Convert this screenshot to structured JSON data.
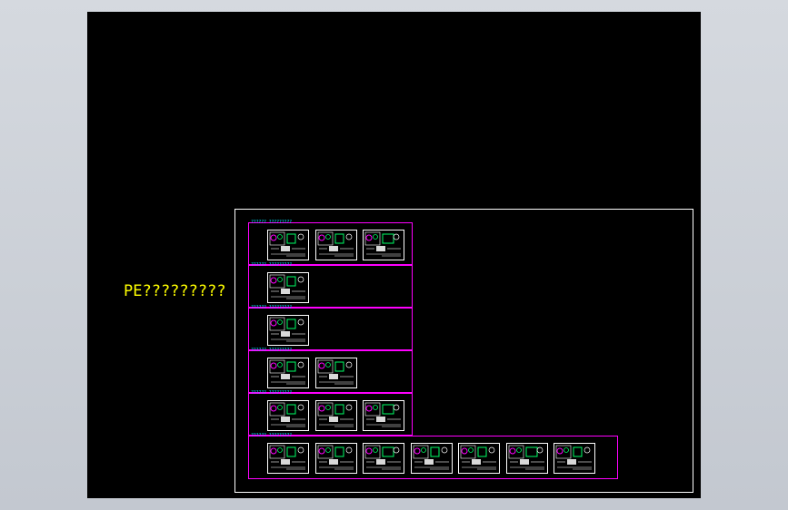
{
  "canvas": {
    "background_color": "#000000",
    "label": "PE?????????",
    "label_color": "#ffff00",
    "frame_color": "#ffffff",
    "group_border_color": "#ff00ff",
    "group_title_color": "#00e5ff"
  },
  "groups": [
    {
      "title": "??????  ????????? ",
      "sheet_count": 3
    },
    {
      "title": "??????  ????????? ",
      "sheet_count": 1
    },
    {
      "title": "??????  ????????? ",
      "sheet_count": 1
    },
    {
      "title": "??????  ????????? ",
      "sheet_count": 2
    },
    {
      "title": "??????  ????????? ",
      "sheet_count": 3
    },
    {
      "title": "??????  ????????? ",
      "sheet_count": 7
    }
  ]
}
